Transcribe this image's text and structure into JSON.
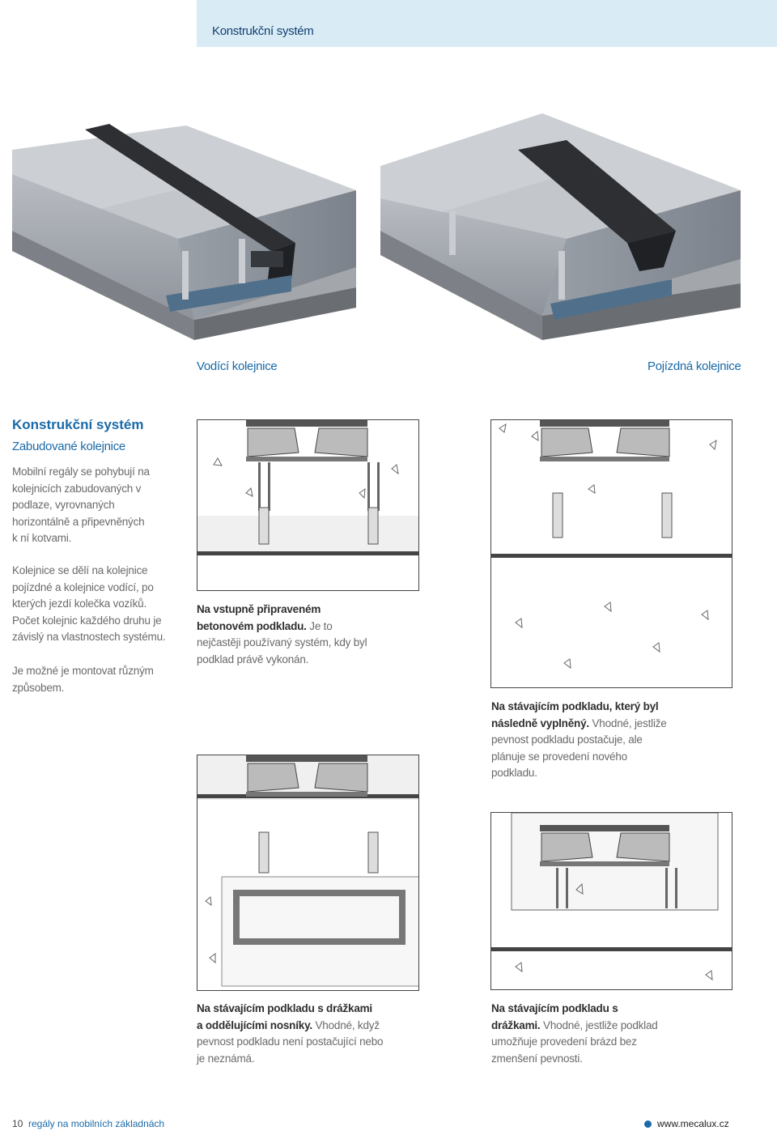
{
  "header": {
    "title": "Konstrukční systém"
  },
  "photos": {
    "left_caption": "Vodící kolejnice",
    "right_caption": "Pojízdná kolejnice"
  },
  "section": {
    "title": "Konstrukční systém",
    "subtitle": "Zabudované kolejnice",
    "para1": [
      "Mobilní regály se pohybují na",
      "kolejnicích zabudovaných v",
      "podlaze, vyrovnaných",
      "horizontálně a připevněných",
      "k ní kotvami."
    ],
    "para2": [
      "Kolejnice se dělí na kolejnice",
      "pojízdné a kolejnice vodící, po",
      "kterých jezdí kolečka vozíků.",
      "Počet kolejnic každého druhu je",
      "závislý na vlastnostech systému."
    ],
    "para3": [
      "Je možné je montovat různým",
      "způsobem."
    ]
  },
  "captions": {
    "c1": {
      "bold1": "Na vstupně připraveném",
      "bold2": "betonovém podkladu.",
      "rest2": " Je to",
      "lines": [
        "nejčastěji používaný systém, kdy byl",
        "podklad právě vykonán."
      ]
    },
    "c2": {
      "bold1": "Na stávajícím podkladu, který byl",
      "bold2": "následně vyplněný.",
      "rest2": " Vhodné, jestliže",
      "lines": [
        "pevnost podkladu postačuje, ale",
        "plánuje se provedení nového",
        "podkladu."
      ]
    },
    "c3": {
      "bold1": "Na stávajícím podkladu s drážkami",
      "bold2": "a oddělujícími nosníky.",
      "rest2": " Vhodné, když",
      "lines": [
        "pevnost podkladu není postačující nebo",
        "je neznámá."
      ]
    },
    "c4": {
      "bold1": "Na stávajícím podkladu s",
      "bold2": "drážkami.",
      "rest2": " Vhodné, jestliže podklad",
      "lines": [
        "umožňuje provedení brázd bez",
        "zmenšení pevnosti."
      ]
    }
  },
  "footer": {
    "page_number": "10",
    "label": "regály na mobilních základnách",
    "website": "www.mecalux.cz"
  },
  "colors": {
    "accent": "#1a6aa8",
    "header_band": "#d9ecf5",
    "navy": "#123e72"
  }
}
